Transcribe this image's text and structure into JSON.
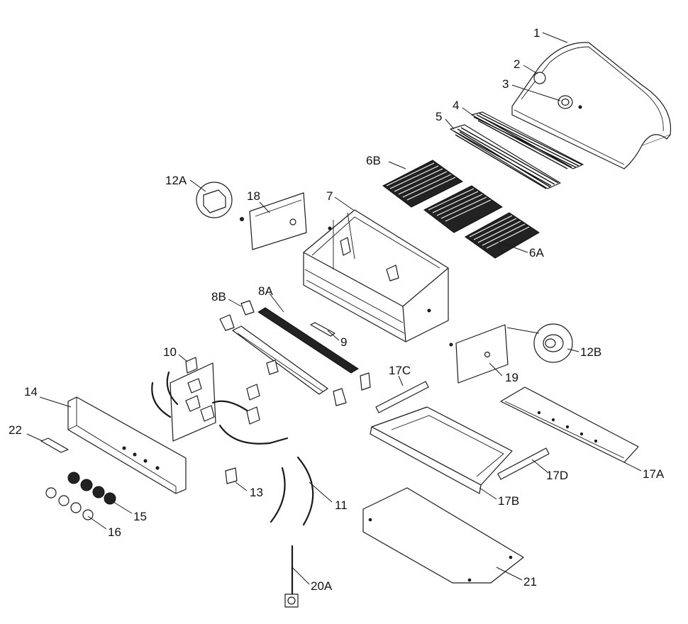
{
  "diagram": {
    "labels": {
      "p1": "1",
      "p2": "2",
      "p3": "3",
      "p4": "4",
      "p5": "5",
      "p6a": "6A",
      "p6b": "6B",
      "p7": "7",
      "p8a": "8A",
      "p8b": "8B",
      "p9": "9",
      "p10": "10",
      "p11": "11",
      "p12a": "12A",
      "p12b": "12B",
      "p13": "13",
      "p14": "14",
      "p15": "15",
      "p16": "16",
      "p17a": "17A",
      "p17b": "17B",
      "p17c": "17C",
      "p17d": "17D",
      "p18": "18",
      "p19": "19",
      "p20a": "20A",
      "p21": "21",
      "p22": "22"
    }
  }
}
